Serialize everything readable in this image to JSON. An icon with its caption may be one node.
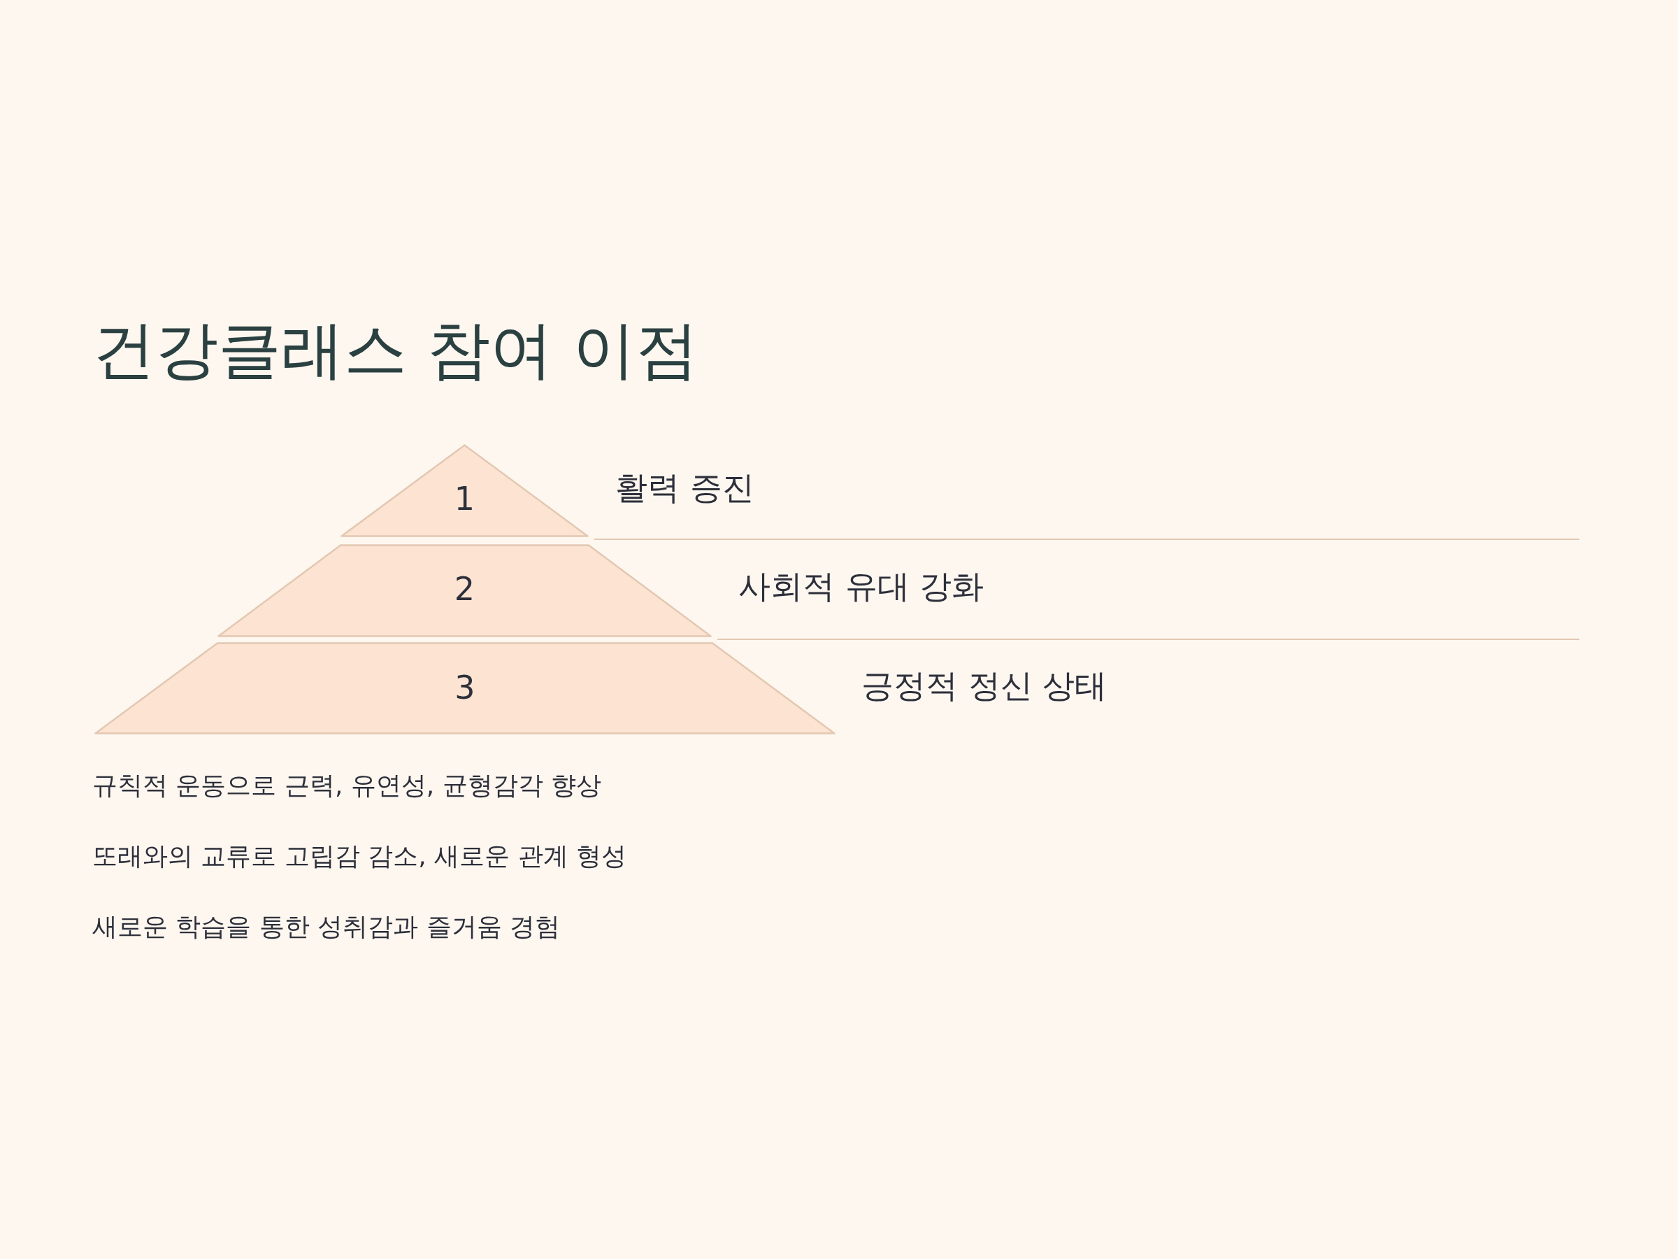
{
  "diagram": {
    "title": "건강클래스 참여 이점",
    "nodes": [
      {
        "text": [
          "1"
        ],
        "beside": [
          "활력 증진"
        ]
      },
      {
        "text": [
          "2"
        ],
        "beside": [
          "사회적 유대 강화"
        ]
      },
      {
        "text": [
          "3"
        ],
        "beside": [
          "긍정적 정신 상태"
        ]
      }
    ],
    "labels": [
      "규칙적 운동으로 근력, 유연성, 균형감각 향상",
      "또래와의 교류로 고립감 감소, 새로운 관계 형성",
      "새로운 학습을 통한 성취감과 즐거움 경험"
    ]
  }
}
